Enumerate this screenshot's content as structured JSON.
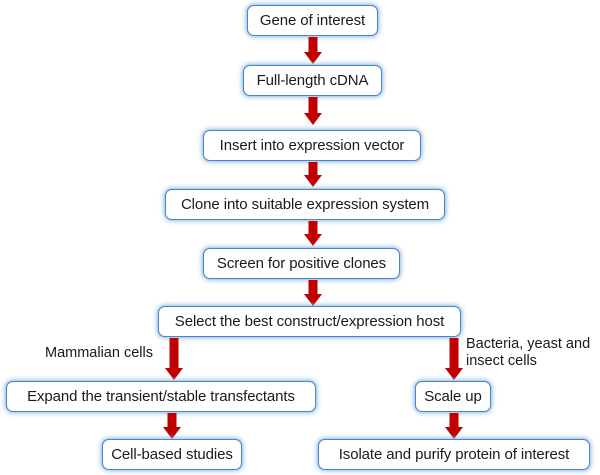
{
  "diagram": {
    "title": "Protein expression workflow flowchart",
    "colors": {
      "box_border": "#4d86c4",
      "box_glow": "#8dbbe6",
      "box_fill": "#ffffff",
      "arrow": "#c00000",
      "text": "#1a1a1a",
      "background": "#ffffff"
    },
    "nodes": [
      {
        "id": "gene-of-interest",
        "label": "Gene of interest"
      },
      {
        "id": "full-length-cdna",
        "label": "Full-length cDNA"
      },
      {
        "id": "insert-into-vector",
        "label": "Insert into expression vector"
      },
      {
        "id": "clone-into-system",
        "label": "Clone into suitable expression system"
      },
      {
        "id": "screen-positive-clones",
        "label": "Screen for positive clones"
      },
      {
        "id": "select-best-construct",
        "label": "Select the best construct/expression host"
      },
      {
        "id": "expand-transfectants",
        "label": "Expand the transient/stable transfectants"
      },
      {
        "id": "cell-based-studies",
        "label": "Cell-based studies"
      },
      {
        "id": "scale-up",
        "label": "Scale up"
      },
      {
        "id": "isolate-purify-protein",
        "label": "Isolate and purify protein of interest"
      }
    ],
    "edge_labels": [
      {
        "id": "mammalian-cells",
        "line1": "Mammalian cells"
      },
      {
        "id": "bacteria-yeast-insect",
        "line1": "Bacteria, yeast and",
        "line2": "insect cells"
      }
    ],
    "arrows": [
      {
        "id": "arrow-gene-to-cdna",
        "from": "gene-of-interest",
        "to": "full-length-cdna"
      },
      {
        "id": "arrow-cdna-to-insert",
        "from": "full-length-cdna",
        "to": "insert-into-vector"
      },
      {
        "id": "arrow-insert-to-clone",
        "from": "insert-into-vector",
        "to": "clone-into-system"
      },
      {
        "id": "arrow-clone-to-screen",
        "from": "clone-into-system",
        "to": "screen-positive-clones"
      },
      {
        "id": "arrow-screen-to-select",
        "from": "screen-positive-clones",
        "to": "select-best-construct"
      },
      {
        "id": "arrow-select-to-expand",
        "from": "select-best-construct",
        "to": "expand-transfectants"
      },
      {
        "id": "arrow-select-to-scaleup",
        "from": "select-best-construct",
        "to": "scale-up"
      },
      {
        "id": "arrow-expand-to-cellstudies",
        "from": "expand-transfectants",
        "to": "cell-based-studies"
      },
      {
        "id": "arrow-scaleup-to-isolate",
        "from": "scale-up",
        "to": "isolate-purify-protein"
      }
    ]
  }
}
